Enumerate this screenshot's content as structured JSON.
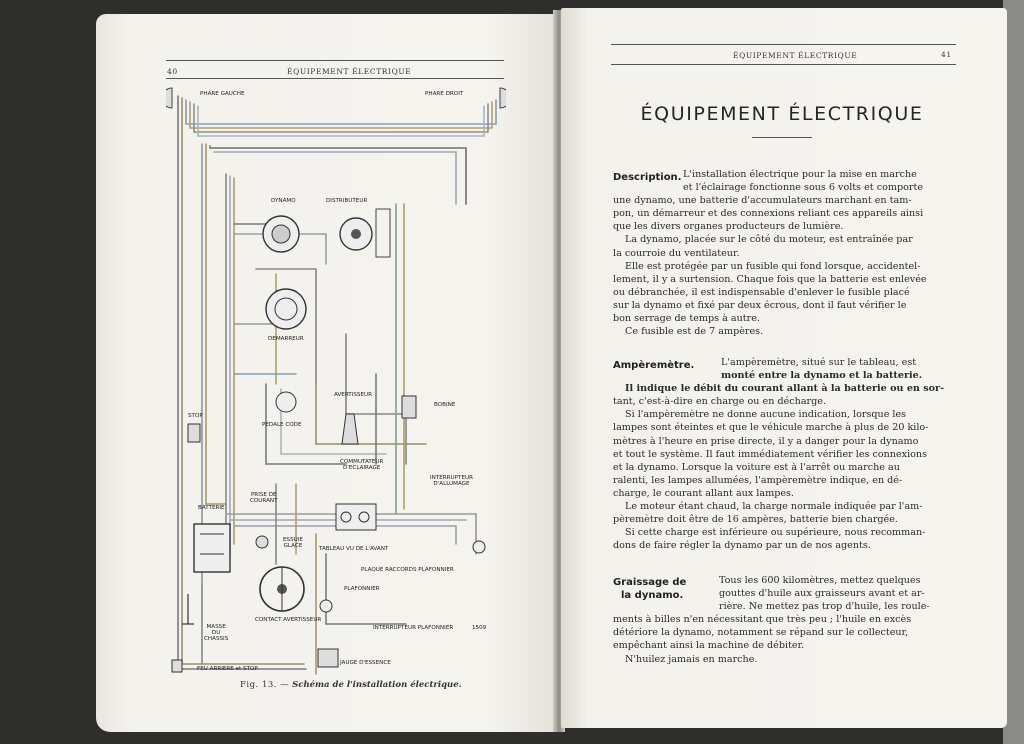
{
  "left_page": {
    "page_number": "40",
    "running_header": "ÉQUIPEMENT ÉLECTRIQUE",
    "diagram": {
      "labels": {
        "phare_gauche": "PHARE GAUCHE",
        "phare_droit": "PHARE DROIT",
        "dynamo": "DYNAMO",
        "distributeur": "DISTRIBUTEUR",
        "demarreur": "DEMARREUR",
        "avertisseur": "AVERTISSEUR",
        "bobine": "BOBINE",
        "stop": "STOP",
        "pedale_code": "PEDALE CODE",
        "commutateur": "COMMUTATEUR\nD'ECLAIRAGE",
        "interrupteur_allumage": "INTERRUPTEUR\nD'ALLUMAGE",
        "batterie": "BATTERIE",
        "prise_courant": "PRISE DE\nCOURANT",
        "essuie_glace": "ESSUIE\nGLACE",
        "tableau": "TABLEAU VU DE L'AVANT",
        "plaque_raccords": "PLAQUE RACCORDS PLAFONNIER",
        "plafonnier": "PLAFONNIER",
        "contact_avertisseur": "CONTACT AVERTISSEUR",
        "interrupteur_plafonnier": "INTERRUPTEUR PLAFONNIER",
        "code_number": "1509",
        "masse_chassis": "MASSE\nDU\nCHASSIS",
        "feu_arriere": "FEU ARRIERE et STOP",
        "jauge_essence": "JAUGE D'ESSENCE"
      }
    },
    "caption_fig": "Fig. 13. —",
    "caption_text": "Schéma de l'installation électrique."
  },
  "right_page": {
    "running_header": "ÉQUIPEMENT ÉLECTRIQUE",
    "page_number": "41",
    "title": "ÉQUIPEMENT ÉLECTRIQUE",
    "sections": {
      "description": {
        "heading": "Description.",
        "lines": [
          "L'installation électrique pour la mise en marche",
          "et l'éclairage fonctionne sous 6 volts et comporte",
          "une dynamo, une batterie d'accumulateurs marchant en tam-",
          "pon, un démarreur et des connexions reliant ces appareils ainsi",
          "que les divers organes producteurs de lumière.",
          "La dynamo, placée sur le côté du moteur, est entraînée par",
          "la courroie du ventilateur.",
          "Elle est protégée par un fusible qui fond lorsque, accidentel-",
          "lement, il y a surtension. Chaque fois que la batterie est enlevée",
          "ou débranchée, il est indispensable d'enlever le fusible placé",
          "sur la dynamo et fixé par deux écrous, dont il faut vérifier le",
          "bon serrage de temps à autre.",
          "Ce fusible est de 7 ampères."
        ]
      },
      "amperemetre": {
        "heading": "Ampèremètre.",
        "lines": [
          "L'ampèremètre, situé sur le tableau, est",
          "monté entre la dynamo et la batterie.",
          "Il indique le débit du courant allant à la batterie ou en sor-",
          "tant, c'est-à-dire en charge ou en décharge.",
          "Si l'ampèremètre ne donne aucune indication, lorsque les",
          "lampes sont éteintes et que le véhicule marche à plus de 20 kilo-",
          "mètres à l'heure en prise directe, il y a danger pour la dynamo",
          "et tout le système. Il faut immédiatement vérifier les connexions",
          "et la dynamo. Lorsque la voiture est à l'arrêt ou marche au",
          "ralenti, les lampes allumées, l'ampèremètre indique, en dé-",
          "charge, le courant allant aux lampes.",
          "Le moteur étant chaud, la charge normale indiquée par l'am-",
          "pèremètre doit être de 16 ampères, batterie bien chargée.",
          "Si cette charge est inférieure ou supérieure, nous recomman-",
          "dons de faire régler la dynamo par un de nos agents."
        ]
      },
      "graissage": {
        "heading_1": "Graissage de",
        "heading_2": "la dynamo.",
        "lines": [
          "Tous les 600 kilomètres, mettez quelques",
          "gouttes d'huile aux graisseurs avant et ar-",
          "rière. Ne mettez pas trop d'huile, les roule-",
          "ments à billes n'en nécessitant que très peu ; l'huile en excès",
          "détériore la dynamo, notamment se répand sur le collecteur,",
          "empêchant ainsi la machine de débiter.",
          "N'huilez jamais en marche."
        ]
      }
    }
  }
}
